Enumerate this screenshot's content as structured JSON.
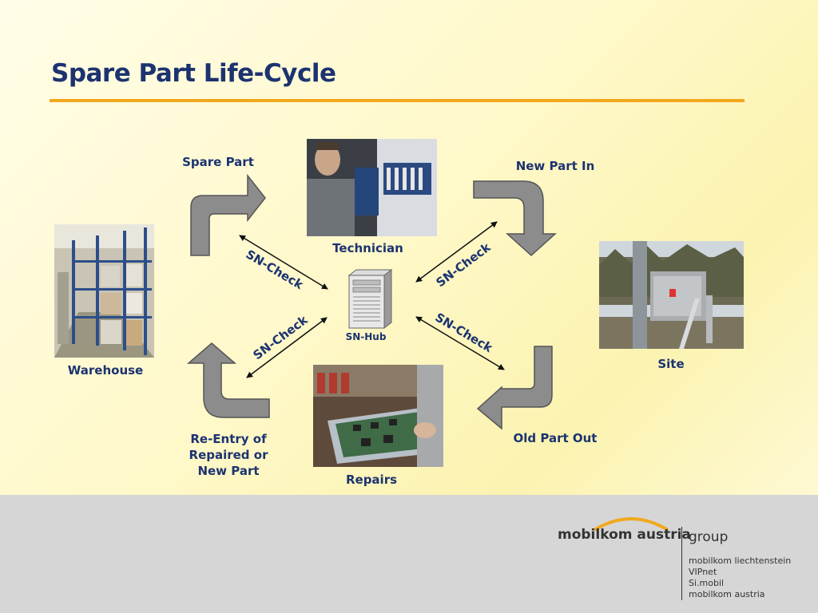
{
  "title": "Spare Part Life-Cycle",
  "nodes": {
    "warehouse": "Warehouse",
    "technician": "Technician",
    "site": "Site",
    "repairs": "Repairs",
    "hub": "SN-Hub"
  },
  "flows": {
    "spare_part": "Spare Part",
    "new_part_in": "New Part In",
    "old_part_out": "Old Part Out",
    "re_entry": "Re-Entry of\nRepaired or\nNew Part"
  },
  "checks": {
    "top_left": "SN-Check",
    "top_right": "SN-Check",
    "bottom_left": "SN-Check",
    "bottom_right": "SN-Check"
  },
  "colors": {
    "title": "#1c3370",
    "rule": "#f2a81d",
    "curved_arrow": "#8c8c8c",
    "footer": "#d6d6d6"
  },
  "footer": {
    "brand": "mobilkom austria",
    "group": "group",
    "members": [
      "mobilkom liechtenstein",
      "VIPnet",
      "Si.mobil",
      "mobilkom austria"
    ]
  }
}
